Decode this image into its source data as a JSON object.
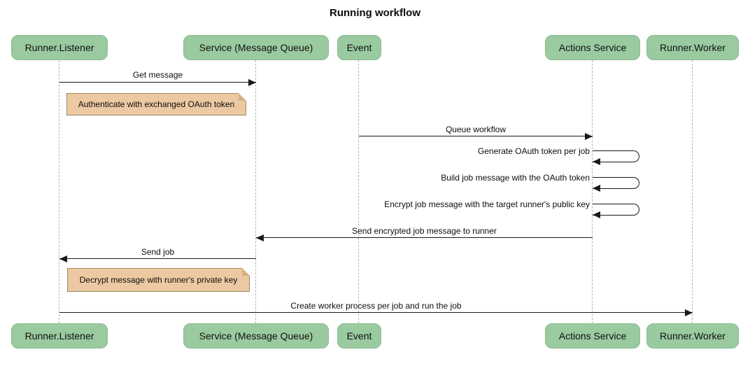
{
  "title": "Running workflow",
  "colors": {
    "participant_fill": "#9aca9f",
    "participant_border": "#8abb90",
    "note_fill": "#ecc9a2",
    "note_border": "#9d8a63",
    "note_fold": "#d9b17e",
    "line_color": "#1a1a1a",
    "lifeline_color": "#b3b3b3"
  },
  "participants": [
    {
      "label": "Runner.Listener"
    },
    {
      "label": "Service (Message Queue)"
    },
    {
      "label": "Event"
    },
    {
      "label": "Actions Service"
    },
    {
      "label": "Runner.Worker"
    }
  ],
  "messages": [
    {
      "label": "Get message",
      "from": "Runner.Listener",
      "to": "Service (Message Queue)",
      "direction": "right"
    },
    {
      "label": "Queue workflow",
      "from": "Event",
      "to": "Actions Service",
      "direction": "right"
    },
    {
      "label": "Generate OAuth token per job",
      "from": "Actions Service",
      "to": "Actions Service",
      "direction": "self"
    },
    {
      "label": "Build job message with the OAuth token",
      "from": "Actions Service",
      "to": "Actions Service",
      "direction": "self"
    },
    {
      "label": "Encrypt job message with the target runner's public key",
      "from": "Actions Service",
      "to": "Actions Service",
      "direction": "self"
    },
    {
      "label": "Send encrypted job message to runner",
      "from": "Actions Service",
      "to": "Service (Message Queue)",
      "direction": "left"
    },
    {
      "label": "Send job",
      "from": "Service (Message Queue)",
      "to": "Runner.Listener",
      "direction": "left"
    },
    {
      "label": "Create worker process per job and run the job",
      "from": "Runner.Listener",
      "to": "Runner.Worker",
      "direction": "right"
    }
  ],
  "notes": [
    {
      "label": "Authenticate with exchanged OAuth token",
      "over": "Runner.Listener"
    },
    {
      "label": "Decrypt message with runner's private key",
      "over": "Runner.Listener"
    }
  ]
}
